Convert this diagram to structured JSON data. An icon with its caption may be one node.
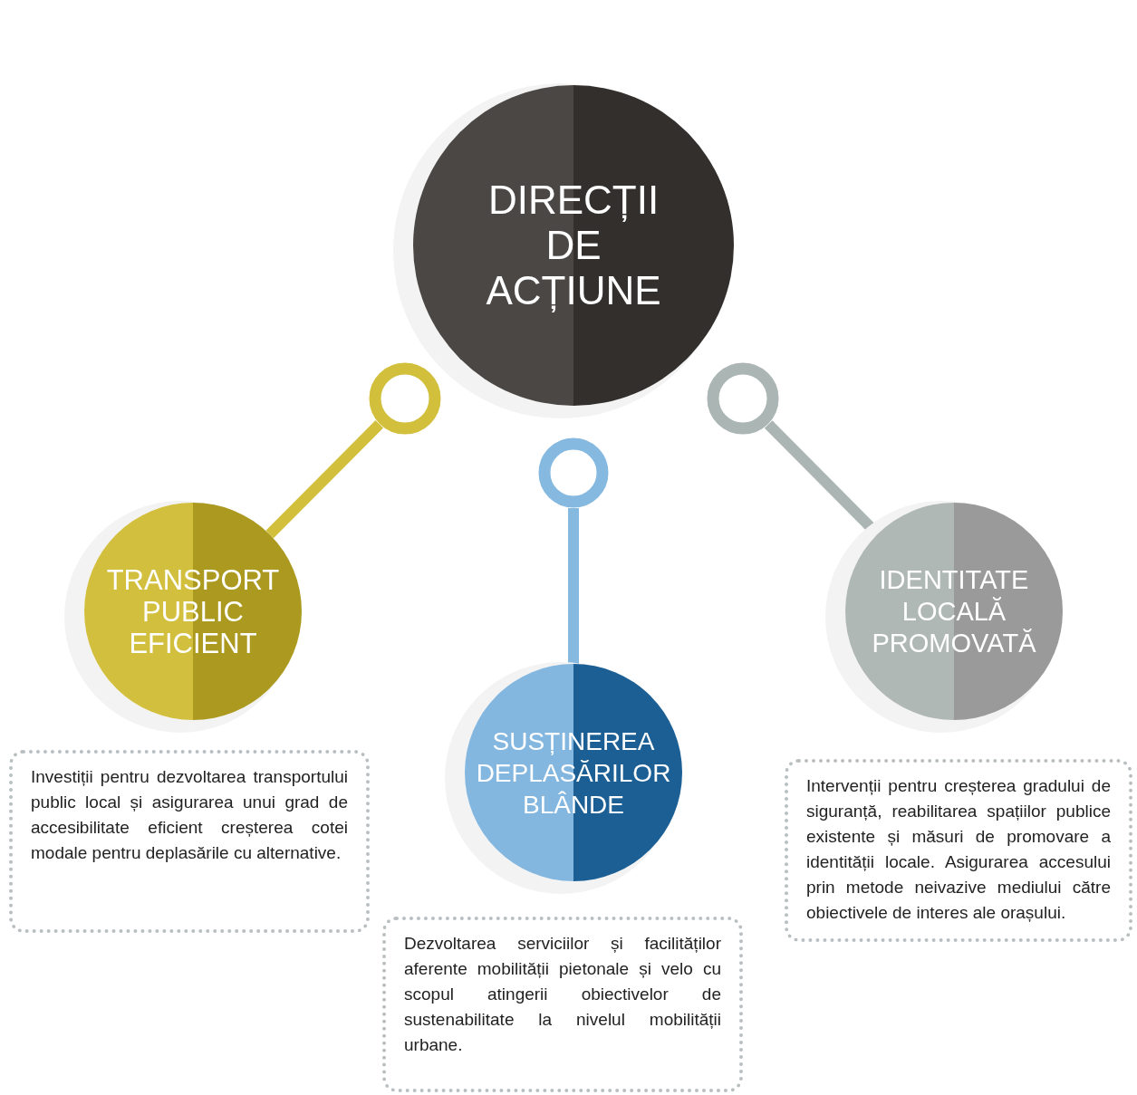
{
  "diagram": {
    "nodes": [
      {
        "text": [
          "DIRECȚII DE ACȚIUNE"
        ]
      },
      {
        "text": [],
        "shape": "circle"
      },
      {
        "text": [],
        "shape": "circle"
      },
      {
        "text": [],
        "shape": "circle"
      },
      {
        "text": [
          "TRANSPORT PUBLIC EFICIENT"
        ]
      },
      {
        "text": [
          "SUSȚINEREA DEPLASĂRILOR BLÂNDE"
        ]
      },
      {
        "text": [
          "IDENTITATE LOCALĂ PROMOVATĂ"
        ]
      },
      {
        "text": [
          "Investiții pentru dezvoltarea transportului public local și asigurarea unui grad de accesibilitate eficient creșterea cotei modale pentru deplasările cu alternative."
        ]
      },
      {
        "text": [
          "Dezvoltarea serviciilor și facilităților aferente mobilității pietonale și velo cu scopul atingerii obiectivelor de sustenabilitate la nivelul mobilității urbane."
        ]
      },
      {
        "text": [
          "Intervenții pentru creșterea gradului de siguranță, reabilitarea spațiilor publice existente și măsuri de promovare a identității locale. Asigurarea accesului prin metode neivazive mediului către obiectivele de interes ale orașului."
        ]
      }
    ],
    "edges": [
      {
        "from": 1,
        "to": 4,
        "arrow": "none",
        "color": "#d2c03c"
      },
      {
        "from": 2,
        "to": 5,
        "arrow": "none",
        "color": "#86b9e0"
      },
      {
        "from": 3,
        "to": 6,
        "arrow": "none",
        "color": "#abb5b4"
      }
    ]
  }
}
